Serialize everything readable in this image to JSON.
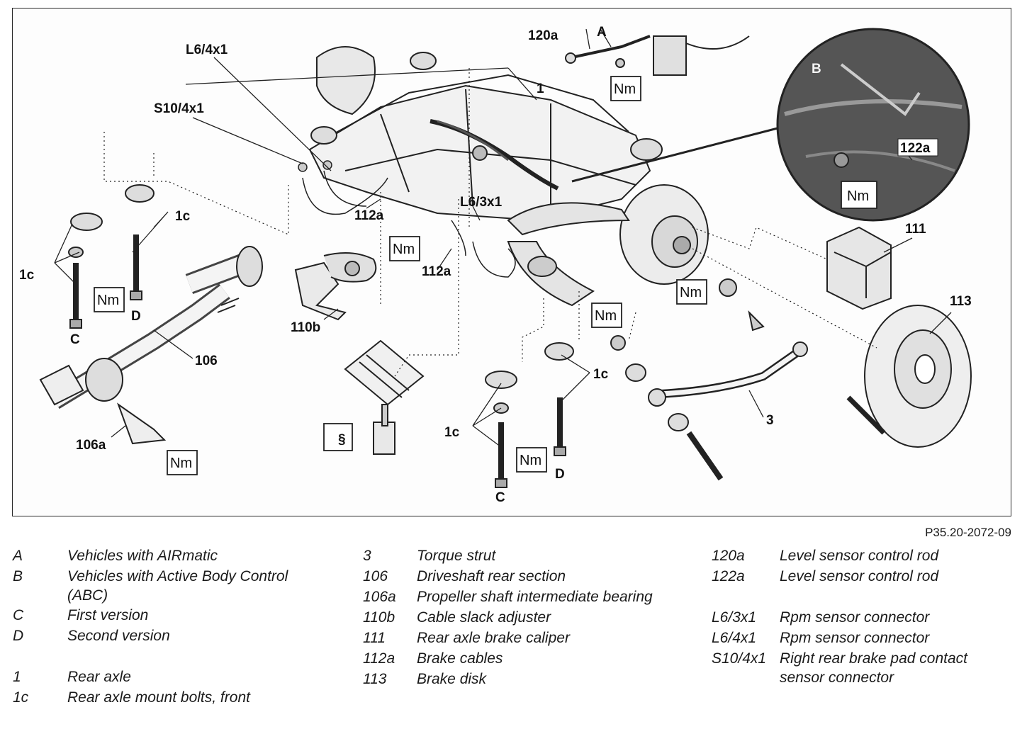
{
  "figure_code": "P35.20-2072-09",
  "callouts": {
    "A": "A",
    "B": "B",
    "c1": "C",
    "d1": "D",
    "c2": "C",
    "d2": "D",
    "one": "1",
    "onec_left_a": "1c",
    "onec_left_b": "1c",
    "onec_mid_a": "1c",
    "onec_mid_b": "1c",
    "three": "3",
    "p106": "106",
    "p106a": "106a",
    "p110b": "110b",
    "p111": "111",
    "p112a_a": "112a",
    "p112a_b": "112a",
    "p113": "113",
    "p120a": "120a",
    "p122a": "122a",
    "l64x1": "L6/4x1",
    "l63x1": "L6/3x1",
    "s104x1": "S10/4x1",
    "nm": "Nm"
  },
  "legend": {
    "col1": [
      {
        "key": "A",
        "text": "Vehicles with AIRmatic"
      },
      {
        "key": "B",
        "text": "Vehicles with Active Body Control"
      },
      {
        "key": "",
        "text": "(ABC)"
      },
      {
        "key": "C",
        "text": "First version"
      },
      {
        "key": "D",
        "text": "Second version"
      },
      {
        "key": "1",
        "text": "Rear axle"
      },
      {
        "key": "1c",
        "text": "Rear axle mount bolts, front"
      }
    ],
    "col2": [
      {
        "key": "3",
        "text": "Torque strut"
      },
      {
        "key": "106",
        "text": "Driveshaft rear section"
      },
      {
        "key": "106a",
        "text": "Propeller shaft intermediate bearing"
      },
      {
        "key": "110b",
        "text": "Cable slack adjuster"
      },
      {
        "key": "111",
        "text": "Rear axle brake caliper"
      },
      {
        "key": "112a",
        "text": "Brake cables"
      },
      {
        "key": "113",
        "text": "Brake disk"
      }
    ],
    "col3": [
      {
        "key": "120a",
        "text": "Level sensor control rod"
      },
      {
        "key": "122a",
        "text": "Level sensor control rod"
      },
      {
        "key": "L6/3x1",
        "text": "Rpm sensor connector"
      },
      {
        "key": "L6/4x1",
        "text": "Rpm sensor connector"
      },
      {
        "key": "S10/4x1",
        "text": "Right rear brake pad contact"
      },
      {
        "key": "",
        "text": "sensor connector"
      }
    ]
  }
}
